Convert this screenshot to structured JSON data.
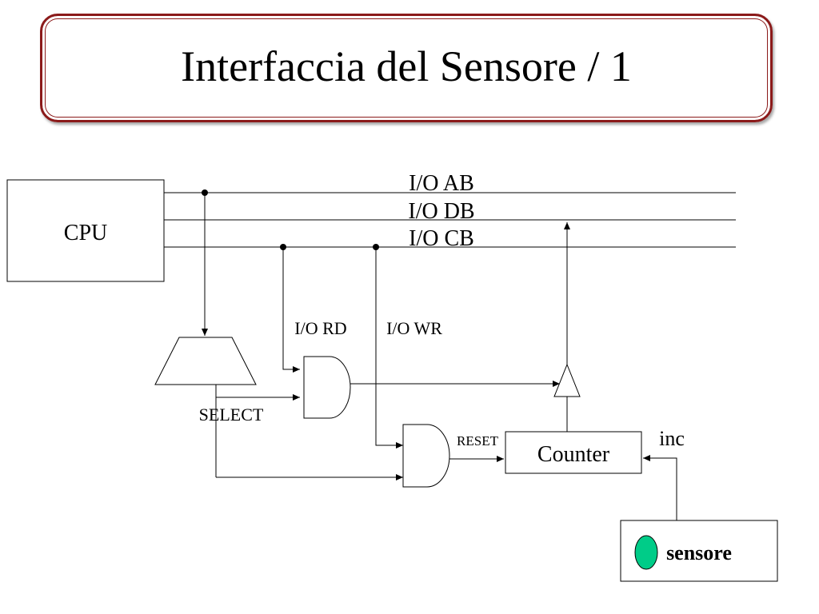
{
  "slide": {
    "title": "Interfaccia del Sensore / 1"
  },
  "diagram": {
    "cpu_label": "CPU",
    "bus_ab_label": "I/O AB",
    "bus_db_label": "I/O DB",
    "bus_cb_label": "I/O CB",
    "io_rd_label": "I/O RD",
    "io_wr_label": "I/O WR",
    "select_label": "SELECT",
    "reset_label": "RESET",
    "counter_label": "Counter",
    "inc_label": "inc",
    "sensor_label": "sensore",
    "colors": {
      "title_border": "#8b1a1a",
      "sensor_indicator": "#00cc88",
      "line": "#000000"
    }
  }
}
